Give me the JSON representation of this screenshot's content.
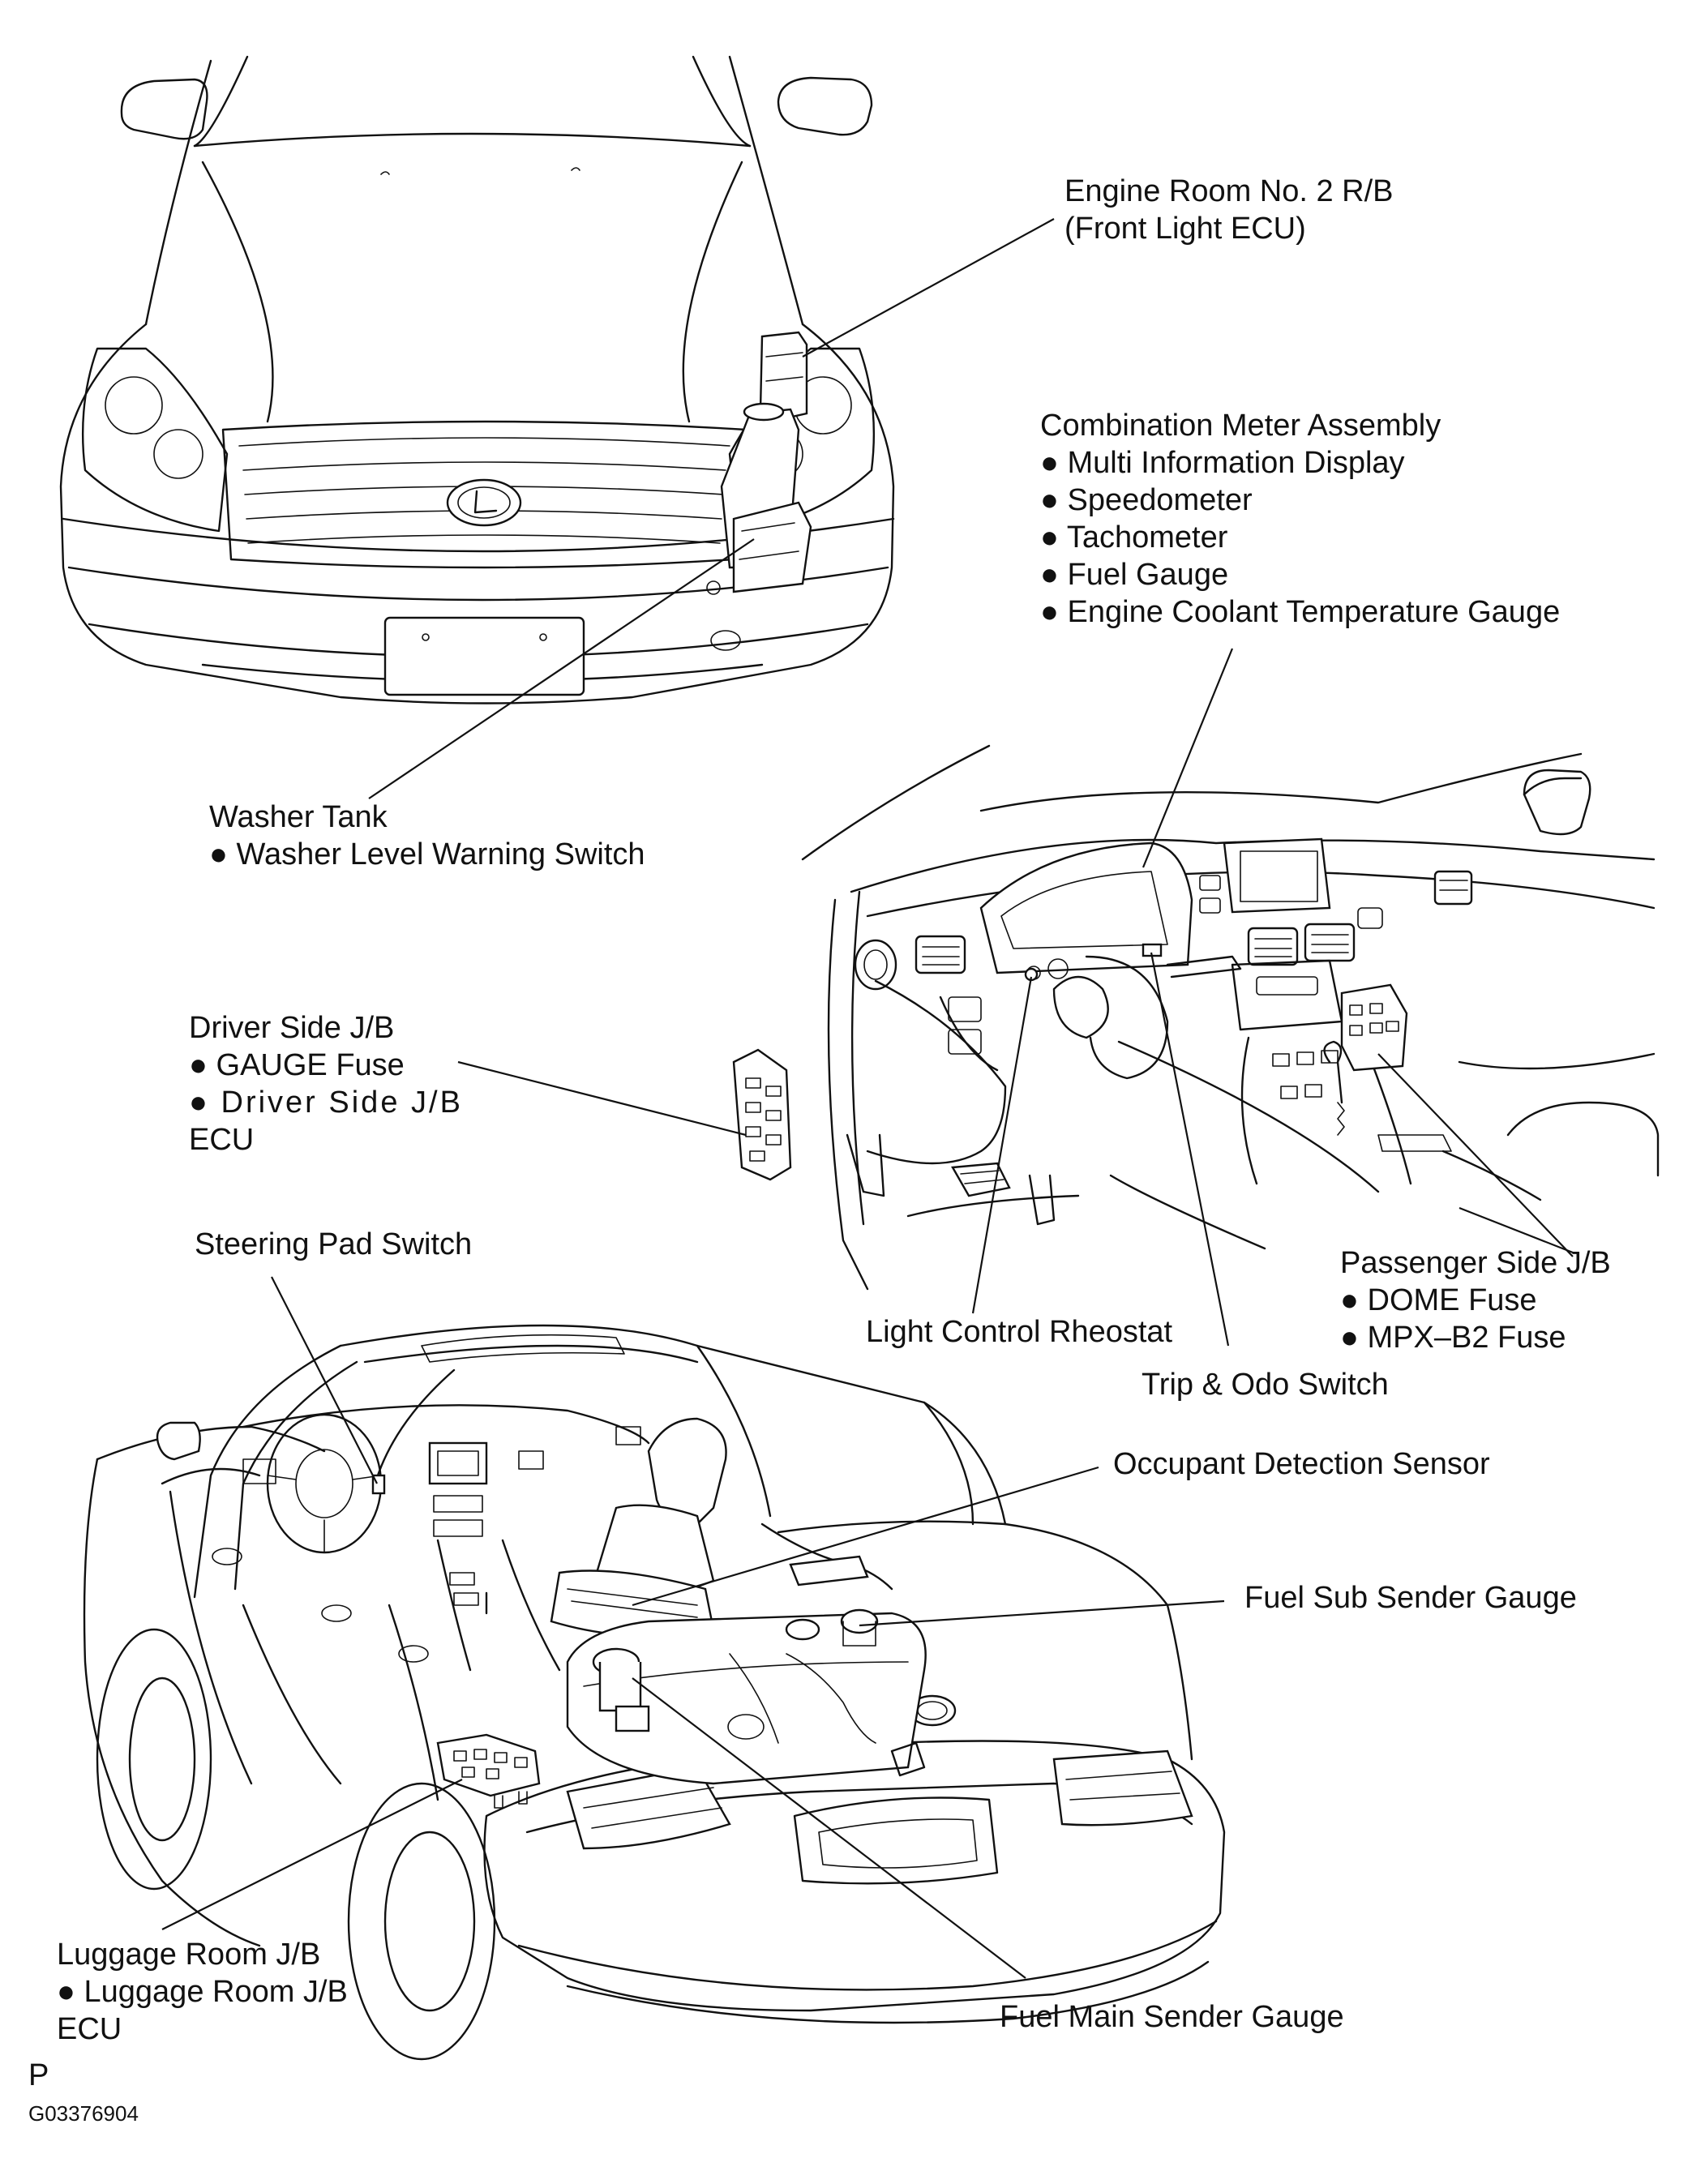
{
  "labels": {
    "engine_room_r_b": [
      "Engine Room No. 2 R/B",
      "(Front Light ECU)"
    ],
    "combination_meter": [
      "Combination Meter Assembly",
      "● Multi Information Display",
      "● Speedometer",
      "● Tachometer",
      "● Fuel Gauge",
      "● Engine Coolant Temperature Gauge"
    ],
    "washer_tank": [
      "Washer Tank",
      "● Washer Level Warning Switch"
    ],
    "driver_side_jb": [
      "Driver Side J/B",
      "● GAUGE Fuse",
      "● Driver Side J/B",
      "ECU"
    ],
    "steering_pad_switch": "Steering Pad Switch",
    "light_control_rheostat": "Light Control Rheostat",
    "passenger_side_jb": [
      "Passenger Side J/B",
      "● DOME Fuse",
      "● MPX–B2 Fuse"
    ],
    "trip_odo_switch": "Trip & Odo Switch",
    "occupant_detection_sensor": "Occupant Detection Sensor",
    "fuel_sub_sender_gauge": "Fuel Sub Sender Gauge",
    "luggage_room_jb": [
      "Luggage Room J/B",
      "● Luggage Room J/B",
      "ECU"
    ],
    "fuel_main_sender_gauge": "Fuel Main Sender Gauge",
    "corner_letter": "P",
    "figure_code": "G03376904"
  }
}
